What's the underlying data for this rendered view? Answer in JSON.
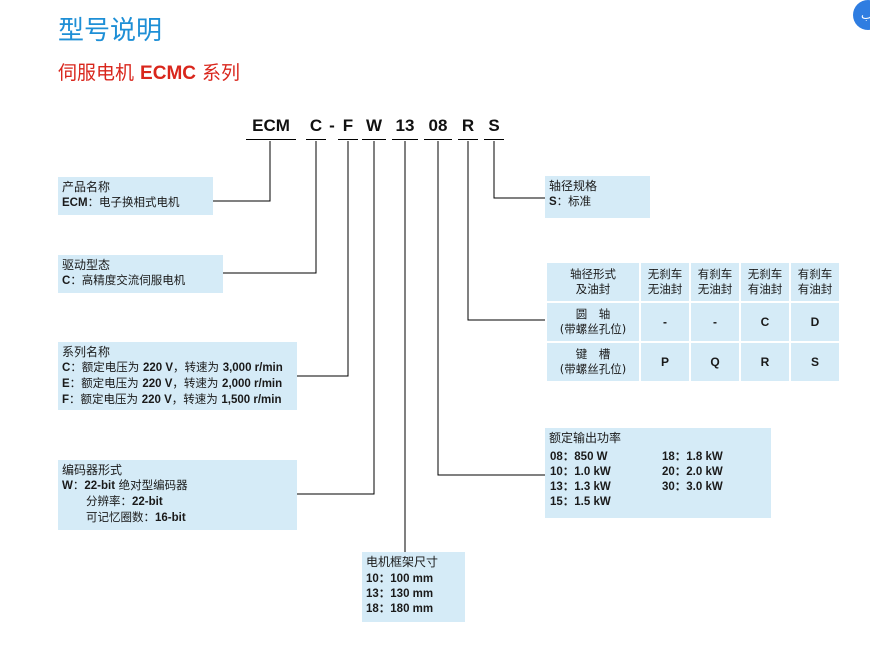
{
  "title": "型号说明",
  "subtitle": {
    "prefix": "伺服电机 ",
    "model": "ECMC",
    "suffix": " 系列"
  },
  "code_parts": [
    "ECM",
    "C",
    "-",
    "F",
    "W",
    "13",
    "08",
    "R",
    "S"
  ],
  "shaft_spec": {
    "heading": "轴径规格",
    "line_key": "S",
    "line_value": "：标准"
  },
  "product_name": {
    "heading": "产品名称",
    "line_key": "ECM",
    "line_value": "：电子换相式电机"
  },
  "drive_type": {
    "heading": "驱动型态",
    "line_key": "C",
    "line_value": "：高精度交流伺服电机"
  },
  "series": {
    "heading": "系列名称",
    "rows": [
      {
        "key": "C",
        "pre": "：额定电压为 ",
        "volt": "220 V",
        "mid": "，转速为 ",
        "speed": "3,000 r/min"
      },
      {
        "key": "E",
        "pre": "：额定电压为 ",
        "volt": "220 V",
        "mid": "，转速为 ",
        "speed": "2,000 r/min"
      },
      {
        "key": "F",
        "pre": "：额定电压为 ",
        "volt": "220 V",
        "mid": "，转速为 ",
        "speed": "1,500 r/min"
      }
    ]
  },
  "encoder": {
    "heading": "编码器形式",
    "line1_key": "W",
    "line1_pre": "：",
    "line1_val": "22-bit",
    "line1_post": " 绝对型编码器",
    "line2_pre": "分辨率：",
    "line2_val": "22-bit",
    "line3_pre": "可记忆圈数：",
    "line3_val": "16-bit"
  },
  "frame": {
    "heading": "电机框架尺寸",
    "rows": [
      "10：100 mm",
      "13：130 mm",
      "18：180 mm"
    ]
  },
  "power": {
    "heading": "额定输出功率",
    "col1": [
      "08：850 W",
      "10：1.0 kW",
      "13：1.3 kW",
      "15：1.5 kW"
    ],
    "col2": [
      "18：1.8 kW",
      "20：2.0 kW",
      "30：3.0 kW"
    ]
  },
  "shaft_table": {
    "header": [
      "轴径形式\n及油封",
      "无刹车\n无油封",
      "有刹车\n无油封",
      "无刹车\n有油封",
      "有刹车\n有油封"
    ],
    "rows": [
      {
        "label1": "圆　轴",
        "label2": "(带螺丝孔位)",
        "cells": [
          "-",
          "-",
          "C",
          "D"
        ]
      },
      {
        "label1": "键　槽",
        "label2": "(带螺丝孔位)",
        "cells": [
          "P",
          "Q",
          "R",
          "S"
        ]
      }
    ]
  },
  "corner_icon": {
    "glyph": "ب",
    "color": "#2f7de1"
  }
}
